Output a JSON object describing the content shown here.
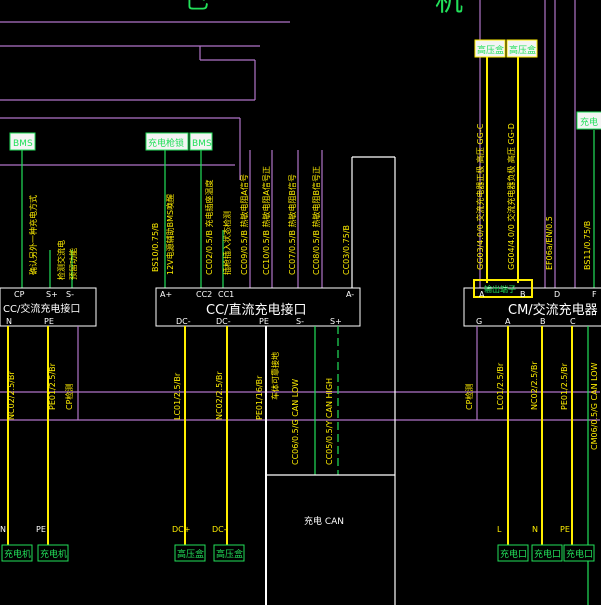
{
  "header_fragments": {
    "left": "已",
    "right": "机"
  },
  "bms_boxes": {
    "left": "BMS",
    "mid_left": "充电枪锁",
    "mid_right": "BMS",
    "right": "充电"
  },
  "left_connector": {
    "title": "CC/交流充电接口",
    "top_pins": [
      "CP",
      "S+",
      "S-"
    ],
    "bottom_pins": [
      "N",
      "PE"
    ],
    "wire_labels": [
      "确认另外一种充电方式",
      "检测交流电",
      "预留功能"
    ],
    "bottom_wires": [
      "NC02/2.5/Br",
      "PE01/2.5/Br",
      "CP检测"
    ],
    "terminals": [
      {
        "pin": "N",
        "box": "充电机"
      },
      {
        "pin": "PE",
        "box": "充电机"
      }
    ]
  },
  "dc_connector": {
    "title": "CC/直流充电接口",
    "top_pins": [
      "A+",
      "CC2",
      "CC1",
      "A-"
    ],
    "bottom_pins": [
      "DC-",
      "DC-",
      "PE",
      "S-",
      "S+"
    ],
    "top_wires": [
      "BS10/0.75/B",
      "CC02/0.5/B 充电插座温度",
      "CC09/0.5/B 热敏电阻A信号",
      "CC10/0.5/B 热敏电阻A信号正",
      "CC07/0.5/B 热敏电阻B信号",
      "CC08/0.5/B 热敏电阻B信号正",
      "CC03/0.75/B"
    ],
    "vertical_texts": [
      "12V电源辅助BMS唤醒",
      "插枪插入状态检测",
      "车体可靠接地"
    ],
    "bottom_wires": [
      "LC01/2.5/Br",
      "NC02/2.5/Br",
      "PE01/16/Br",
      "CC06/0.5/G CAN LOW",
      "CC05/0.5/Y CAN HIGH"
    ],
    "can_label": "充电 CAN",
    "terminals": [
      {
        "pin": "DC+",
        "box": "高压盒"
      },
      {
        "pin": "DC-",
        "box": "高压盒"
      }
    ]
  },
  "cm_connector": {
    "title": "CM/交流充电器",
    "top_boxes": [
      "高压盒",
      "高压盒"
    ],
    "top_wires": [
      "GG03/4.0/0 交流充电器正极 高压 GG-C",
      "GG04/4.0/0 交流充电器负极 高压 GG-D",
      "EF06a/EN/0.5",
      "BS11/0.75/B"
    ],
    "top_pins": [
      "A",
      "B",
      "D",
      "F"
    ],
    "highlight": "输出端子",
    "bottom_pins": [
      "G",
      "A",
      "B",
      "C"
    ],
    "bottom_wires": [
      "CP检测",
      "LC01/2.5/Br",
      "NC02/2.5/Br",
      "PE01/2.5/Br",
      "CM06/0.5/G CAN LOW"
    ],
    "terminals": [
      {
        "pin": "L",
        "box": "充电口"
      },
      {
        "pin": "N",
        "box": "充电口"
      },
      {
        "pin": "PE",
        "box": "充电口"
      }
    ]
  },
  "colors": {
    "yellow": "#ffee00",
    "green": "#22e05a",
    "purple": "#b074c8",
    "white": "#ffffff",
    "box_fill": "#f4f4f4"
  }
}
